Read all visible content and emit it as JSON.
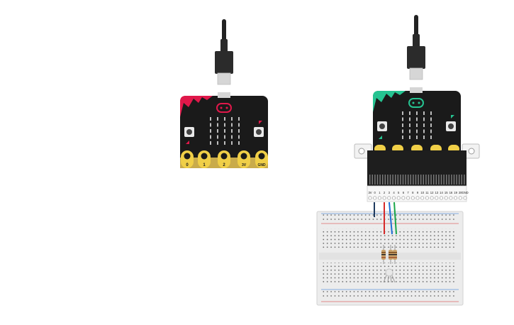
{
  "left_board": {
    "accent_color": "#e0184a",
    "body_color": "#1a1a1a",
    "pin_labels": [
      "0",
      "1",
      "2",
      "3V",
      "GND"
    ]
  },
  "right_board": {
    "accent_color": "#26c391",
    "body_color": "#1a1a1a",
    "edge_pin_labels": [
      "3V",
      "0",
      "1",
      "2",
      "3",
      "4",
      "5",
      "6",
      "7",
      "8",
      "9",
      "10",
      "11",
      "12",
      "13",
      "14",
      "15",
      "16",
      "19",
      "20",
      "GND"
    ]
  },
  "wires": [
    {
      "name": "ground-wire",
      "color": "#1e3a5f"
    },
    {
      "name": "red-wire",
      "color": "#d62828"
    },
    {
      "name": "blue-wire",
      "color": "#1f6fd6"
    },
    {
      "name": "green-wire",
      "color": "#1aa64a"
    }
  ],
  "icons": {
    "usb": "usb-cable-icon",
    "button": "button-icon",
    "led": "rgb-led-icon",
    "resistor": "resistor-icon"
  }
}
